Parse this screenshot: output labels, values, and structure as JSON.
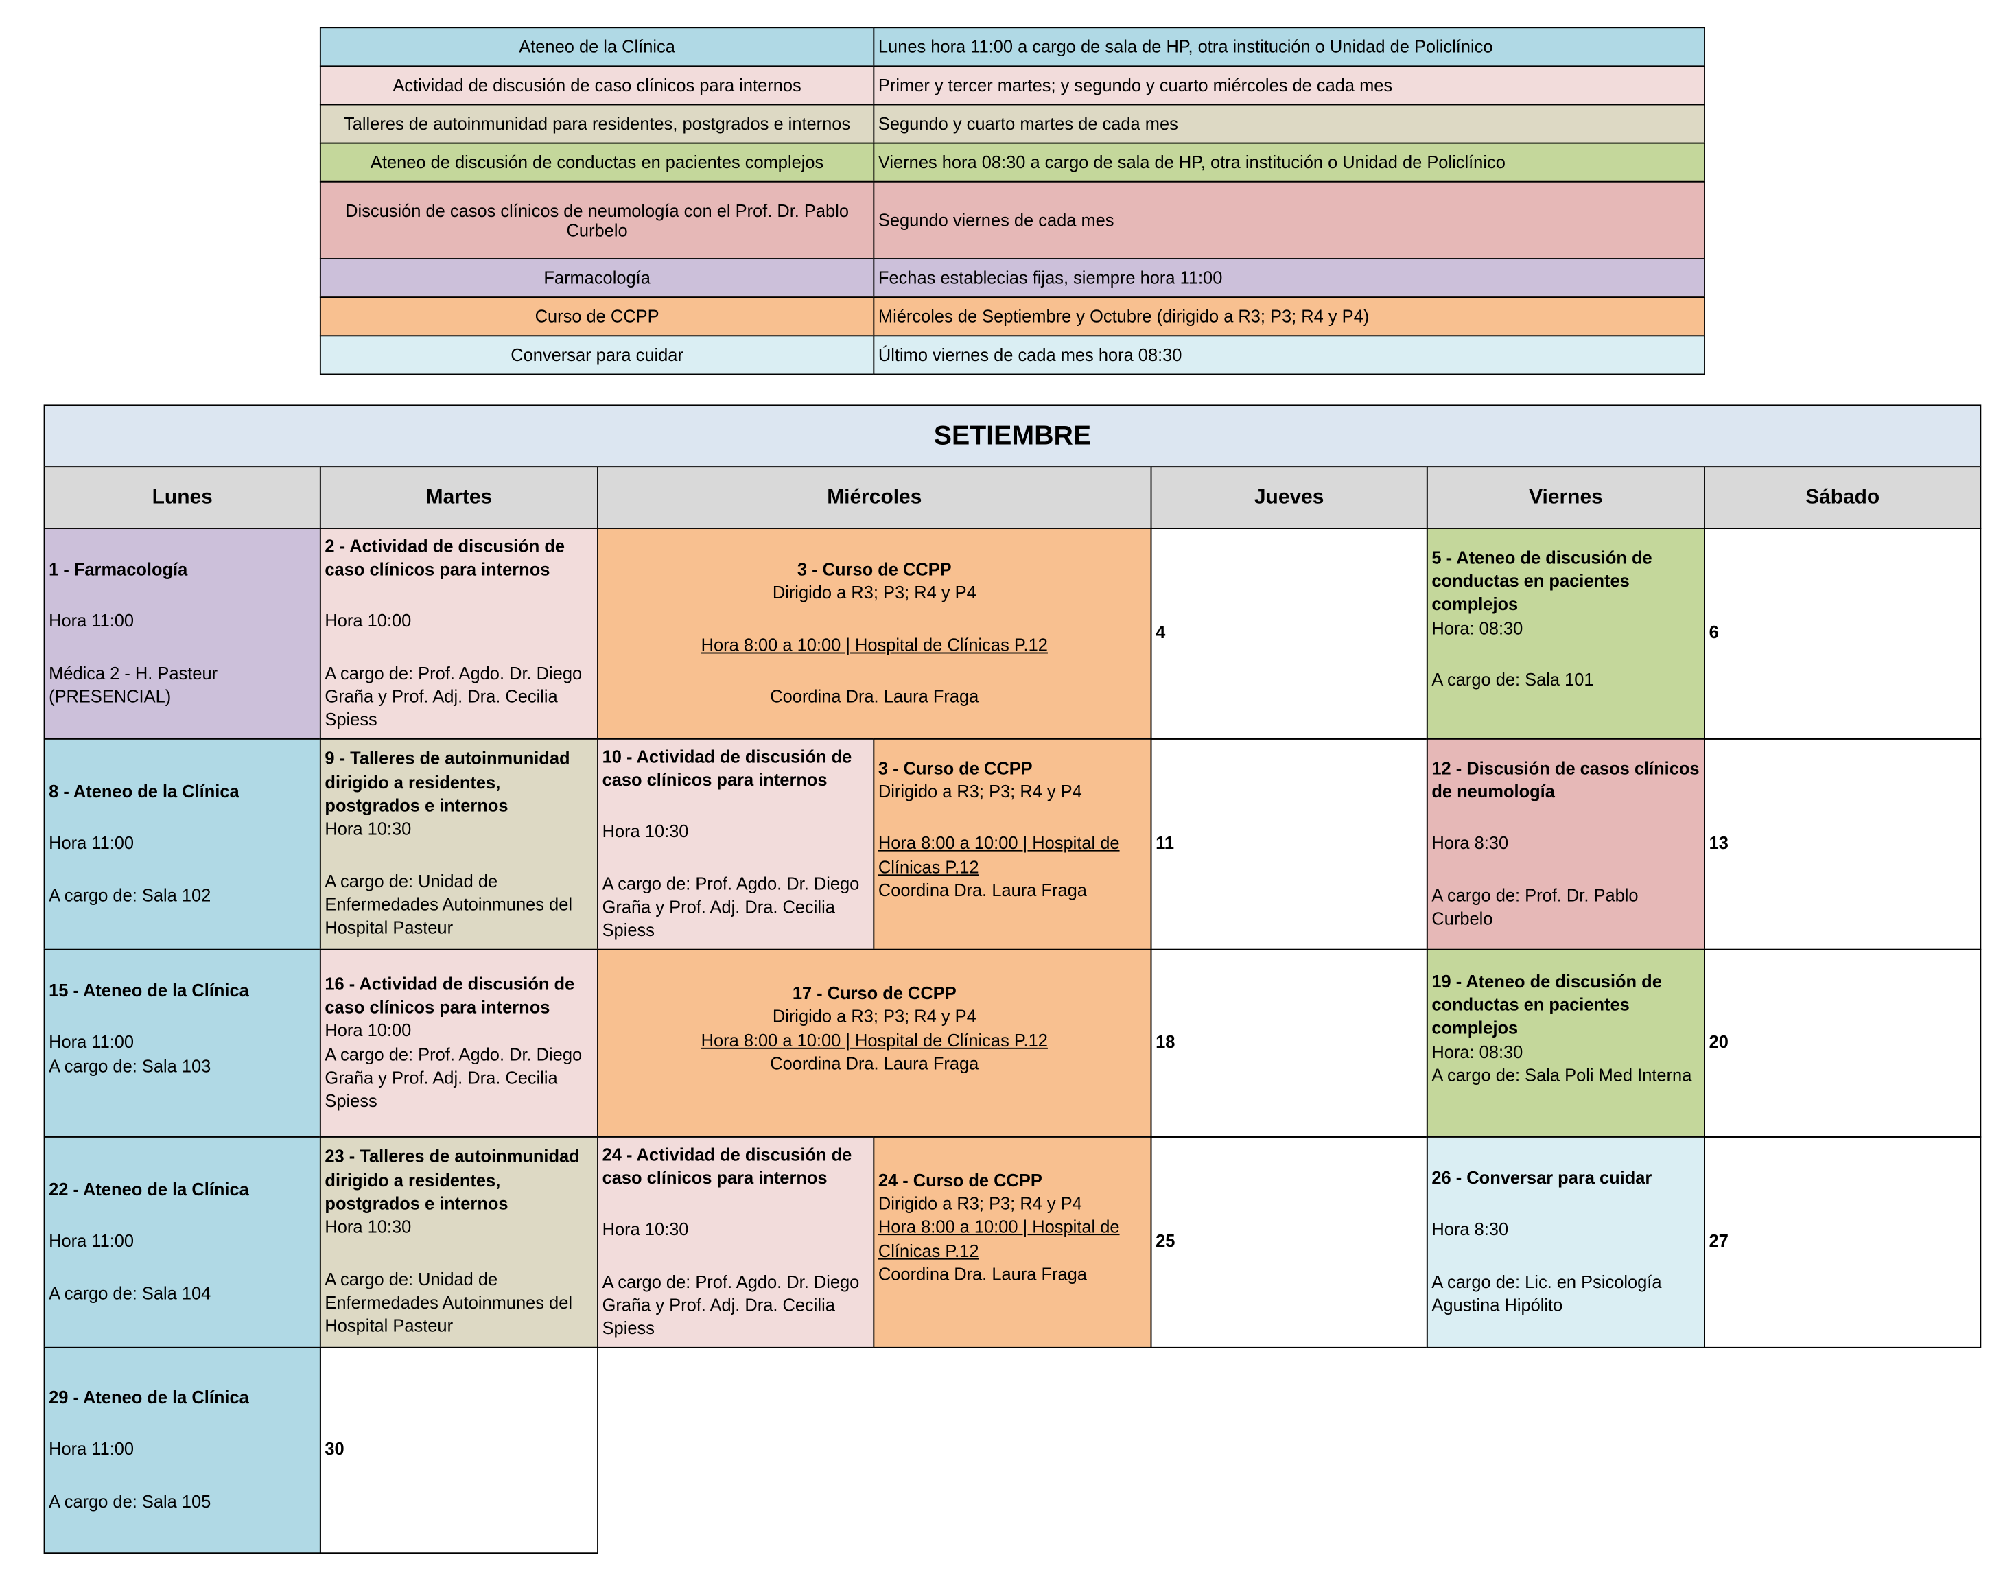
{
  "legend": [
    {
      "activity": "Ateneo de la Clínica",
      "schedule": "Lunes hora 11:00 a cargo de sala de HP, otra institución o Unidad de Policlínico",
      "color": "#b0d9e5"
    },
    {
      "activity": "Actividad de discusión de caso clínicos para internos",
      "schedule": "Primer y tercer martes; y segundo y cuarto miércoles de cada mes",
      "color": "#f2dcdb"
    },
    {
      "activity": "Talleres de autoinmunidad para residentes, postgrados e internos",
      "schedule": "Segundo y cuarto martes de cada mes",
      "color": "#ddd9c4"
    },
    {
      "activity": "Ateneo de discusión de conductas en pacientes complejos",
      "schedule": "Viernes hora 08:30 a cargo de sala de HP, otra institución o Unidad de Policlínico",
      "color": "#c4d79b"
    },
    {
      "activity": "Discusión de casos clínicos de neumología con el Prof. Dr. Pablo Curbelo",
      "schedule": "Segundo viernes de cada mes",
      "color": "#e6b8b7"
    },
    {
      "activity": "Farmacología",
      "schedule": "Fechas establecias fijas, siempre hora 11:00",
      "color": "#ccc0da"
    },
    {
      "activity": "Curso de CCPP",
      "schedule": "Miércoles de Septiembre y Octubre (dirigido a R3; P3; R4 y P4)",
      "color": "#f8c090"
    },
    {
      "activity": "Conversar para cuidar",
      "schedule": "Último viernes de cada mes hora 08:30",
      "color": "#daeef3"
    }
  ],
  "calendar": {
    "month": "SETIEMBRE",
    "days": [
      "Lunes",
      "Martes",
      "Miércoles",
      "Jueves",
      "Viernes",
      "Sábado"
    ],
    "cells": [
      {
        "cat": 5,
        "lines": [
          {
            "t": "1 - Farmacología",
            "b": true
          },
          {
            "t": ""
          },
          {
            "t": "Hora 11:00"
          },
          {
            "t": ""
          },
          {
            "t": "Médica 2 - H. Pasteur (PRESENCIAL)"
          }
        ]
      },
      {
        "cat": 1,
        "lines": [
          {
            "t": "2 - Actividad de discusión de caso clínicos para internos",
            "b": true
          },
          {
            "t": ""
          },
          {
            "t": "Hora 10:00"
          },
          {
            "t": ""
          },
          {
            "t": "A cargo de: Prof. Agdo. Dr. Diego Graña y Prof. Adj. Dra. Cecilia Spiess"
          }
        ]
      },
      {
        "cat": 6,
        "lines": [
          {
            "t": "3 - Curso de CCPP",
            "b": true
          },
          {
            "t": "Dirigido a R3; P3; R4 y P4"
          },
          {
            "t": ""
          },
          {
            "t": "Hora 8:00 a 10:00 | Hospital de Clínicas P.12",
            "u": true
          },
          {
            "t": ""
          },
          {
            "t": "Coordina Dra. Laura Fraga"
          }
        ]
      },
      {
        "cat": -1,
        "lines": [
          {
            "t": "4",
            "b": true
          }
        ]
      },
      {
        "cat": 3,
        "lines": [
          {
            "t": "5 - Ateneo de discusión de conductas en pacientes complejos",
            "b": true
          },
          {
            "t": "Hora: 08:30"
          },
          {
            "t": ""
          },
          {
            "t": "A cargo de: Sala 101"
          },
          {
            "t": ""
          }
        ]
      },
      {
        "cat": -1,
        "lines": [
          {
            "t": "6",
            "b": true
          }
        ]
      },
      {
        "cat": 0,
        "lines": [
          {
            "t": "8 - Ateneo de la Clínica",
            "b": true
          },
          {
            "t": ""
          },
          {
            "t": "Hora 11:00"
          },
          {
            "t": ""
          },
          {
            "t": "A cargo de: Sala 102"
          }
        ]
      },
      {
        "cat": 2,
        "lines": [
          {
            "t": "9 - Talleres de autoinmunidad dirigido a residentes, postgrados e internos",
            "b": true
          },
          {
            "t": "Hora 10:30"
          },
          {
            "t": ""
          },
          {
            "t": "A cargo de: Unidad de Enfermedades Autoinmunes del Hospital Pasteur"
          }
        ]
      },
      {
        "cat": 1,
        "lines": [
          {
            "t": "10 - Actividad de discusión de caso clínicos para internos",
            "b": true
          },
          {
            "t": ""
          },
          {
            "t": "Hora 10:30"
          },
          {
            "t": ""
          },
          {
            "t": "A cargo de: Prof. Agdo. Dr. Diego Graña y Prof. Adj. Dra. Cecilia Spiess"
          }
        ]
      },
      {
        "cat": 6,
        "lines": [
          {
            "t": "3 - Curso de CCPP",
            "b": true
          },
          {
            "t": "Dirigido a R3; P3; R4 y P4"
          },
          {
            "t": ""
          },
          {
            "t": "Hora 8:00 a 10:00 | Hospital de Clínicas P.12",
            "u": true
          },
          {
            "t": "Coordina Dra. Laura Fraga"
          },
          {
            "t": ""
          }
        ]
      },
      {
        "cat": -1,
        "lines": [
          {
            "t": "11",
            "b": true
          }
        ]
      },
      {
        "cat": 4,
        "lines": [
          {
            "t": "12 - Discusión de casos clínicos de neumología",
            "b": true
          },
          {
            "t": ""
          },
          {
            "t": "Hora 8:30"
          },
          {
            "t": ""
          },
          {
            "t": "A cargo de: Prof. Dr. Pablo Curbelo"
          }
        ]
      },
      {
        "cat": -1,
        "lines": [
          {
            "t": "13",
            "b": true
          }
        ]
      },
      {
        "cat": 0,
        "lines": [
          {
            "t": "15 - Ateneo de la Clínica",
            "b": true
          },
          {
            "t": ""
          },
          {
            "t": "Hora 11:00"
          },
          {
            "t": "A cargo de: Sala 103"
          },
          {
            "t": ""
          }
        ]
      },
      {
        "cat": 1,
        "lines": [
          {
            "t": "16 - Actividad de discusión de caso clínicos para internos",
            "b": true
          },
          {
            "t": "Hora 10:00"
          },
          {
            "t": "A cargo de: Prof. Agdo. Dr. Diego Graña y Prof. Adj. Dra. Cecilia Spiess"
          }
        ]
      },
      {
        "cat": 6,
        "lines": [
          {
            "t": "17 - Curso de CCPP",
            "b": true
          },
          {
            "t": "Dirigido a R3; P3; R4 y P4"
          },
          {
            "t": "Hora 8:00 a 10:00 | Hospital de Clínicas P.12",
            "u": true
          },
          {
            "t": "Coordina Dra. Laura Fraga"
          },
          {
            "t": ""
          }
        ]
      },
      {
        "cat": -1,
        "lines": [
          {
            "t": "18",
            "b": true
          }
        ]
      },
      {
        "cat": 3,
        "lines": [
          {
            "t": "19 - Ateneo de discusión de conductas en pacientes complejos",
            "b": true
          },
          {
            "t": "Hora: 08:30"
          },
          {
            "t": "A cargo de: Sala Poli Med Interna"
          },
          {
            "t": ""
          }
        ]
      },
      {
        "cat": -1,
        "lines": [
          {
            "t": "20",
            "b": true
          }
        ]
      },
      {
        "cat": 0,
        "lines": [
          {
            "t": "22 - Ateneo de la Clínica",
            "b": true
          },
          {
            "t": ""
          },
          {
            "t": "Hora 11:00"
          },
          {
            "t": ""
          },
          {
            "t": "A cargo de: Sala 104"
          }
        ]
      },
      {
        "cat": 2,
        "lines": [
          {
            "t": "23 - Talleres de autoinmunidad dirigido a residentes, postgrados e internos",
            "b": true
          },
          {
            "t": "Hora 10:30"
          },
          {
            "t": ""
          },
          {
            "t": "A cargo de: Unidad de Enfermedades Autoinmunes del Hospital Pasteur"
          }
        ]
      },
      {
        "cat": 1,
        "lines": [
          {
            "t": "24 - Actividad de discusión de caso clínicos para internos",
            "b": true
          },
          {
            "t": ""
          },
          {
            "t": "Hora 10:30"
          },
          {
            "t": ""
          },
          {
            "t": "A cargo de: Prof. Agdo. Dr. Diego Graña y Prof. Adj. Dra. Cecilia Spiess"
          }
        ]
      },
      {
        "cat": 6,
        "lines": [
          {
            "t": "24 - Curso de CCPP",
            "b": true
          },
          {
            "t": "Dirigido a R3; P3; R4 y P4"
          },
          {
            "t": "Hora 8:00 a 10:00 | Hospital de Clínicas P.12",
            "u": true
          },
          {
            "t": "Coordina Dra. Laura Fraga"
          },
          {
            "t": ""
          }
        ]
      },
      {
        "cat": -1,
        "lines": [
          {
            "t": "25",
            "b": true
          }
        ]
      },
      {
        "cat": 7,
        "lines": [
          {
            "t": "26 - Conversar para cuidar",
            "b": true
          },
          {
            "t": ""
          },
          {
            "t": "Hora 8:30"
          },
          {
            "t": ""
          },
          {
            "t": "A cargo de: Lic. en Psicología Agustina Hipólito"
          }
        ]
      },
      {
        "cat": -1,
        "lines": [
          {
            "t": "27",
            "b": true
          }
        ]
      },
      {
        "cat": 0,
        "lines": [
          {
            "t": "29 - Ateneo de la Clínica",
            "b": true
          },
          {
            "t": ""
          },
          {
            "t": "Hora 11:00"
          },
          {
            "t": ""
          },
          {
            "t": "A cargo de: Sala 105"
          }
        ]
      },
      {
        "cat": -1,
        "lines": [
          {
            "t": "30",
            "b": true
          }
        ]
      }
    ]
  }
}
